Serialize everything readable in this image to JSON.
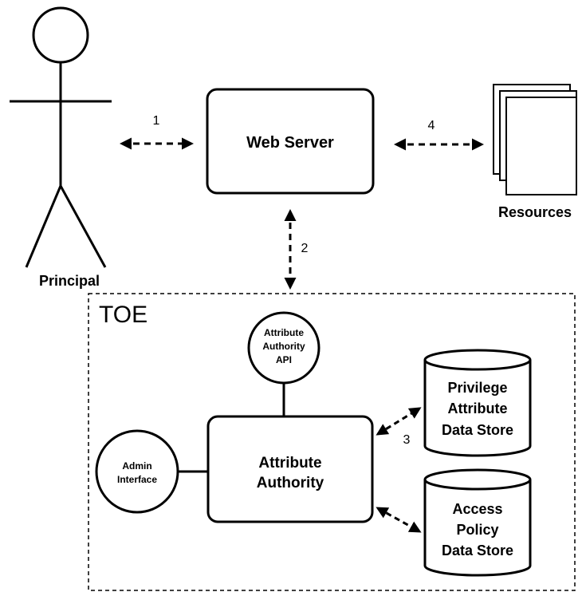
{
  "actor": {
    "label": "Principal"
  },
  "web_server": {
    "label": "Web Server"
  },
  "resources": {
    "label": "Resources"
  },
  "toe": {
    "label": "TOE"
  },
  "aa_api": {
    "lines": [
      "Attribute",
      "Authority",
      "API"
    ]
  },
  "attribute_authority": {
    "lines": [
      "Attribute",
      "Authority"
    ]
  },
  "admin_interface": {
    "lines": [
      "Admin",
      "Interface"
    ]
  },
  "privilege_store": {
    "lines": [
      "Privilege",
      "Attribute",
      "Data Store"
    ]
  },
  "access_policy_store": {
    "lines": [
      "Access",
      "Policy",
      "Data Store"
    ]
  },
  "connections": [
    {
      "label": "1"
    },
    {
      "label": "2"
    },
    {
      "label": "3"
    },
    {
      "label": "4"
    }
  ]
}
